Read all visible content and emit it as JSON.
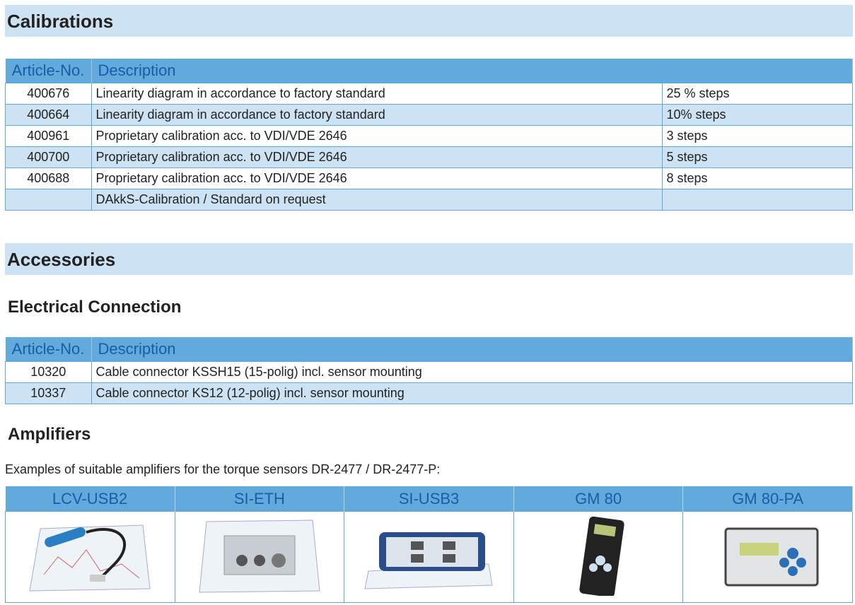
{
  "calibrations": {
    "title": "Calibrations",
    "headers": [
      "Article-No.",
      "Description"
    ],
    "rows": [
      {
        "no": "400676",
        "desc": "Linearity diagram in accordance to factory standard",
        "steps": "25 % steps"
      },
      {
        "no": "400664",
        "desc": "Linearity diagram in accordance to factory standard",
        "steps": "10% steps"
      },
      {
        "no": "400961",
        "desc": "Proprietary calibration acc. to VDI/VDE 2646",
        "steps": "3 steps"
      },
      {
        "no": "400700",
        "desc": "Proprietary calibration acc. to VDI/VDE 2646",
        "steps": "5 steps"
      },
      {
        "no": "400688",
        "desc": "Proprietary calibration acc. to VDI/VDE 2646",
        "steps": "8 steps"
      },
      {
        "no": "",
        "desc": "DAkkS-Calibration / Standard on request",
        "steps": ""
      }
    ]
  },
  "accessories": {
    "title": "Accessories",
    "electrical": {
      "title": "Electrical Connection",
      "headers": [
        "Article-No.",
        "Description"
      ],
      "rows": [
        {
          "no": "10320",
          "desc": "Cable connector KSSH15 (15-polig) incl. sensor mounting"
        },
        {
          "no": "10337",
          "desc": "Cable connector KS12 (12-polig) incl. sensor mounting"
        }
      ]
    },
    "amplifiers": {
      "title": "Amplifiers",
      "intro": "Examples of suitable amplifiers for the torque sensors DR-2477 / DR-2477-P:",
      "items": [
        "LCV-USB2",
        "SI-ETH",
        "SI-USB3",
        "GM 80",
        "GM 80-PA"
      ]
    }
  }
}
